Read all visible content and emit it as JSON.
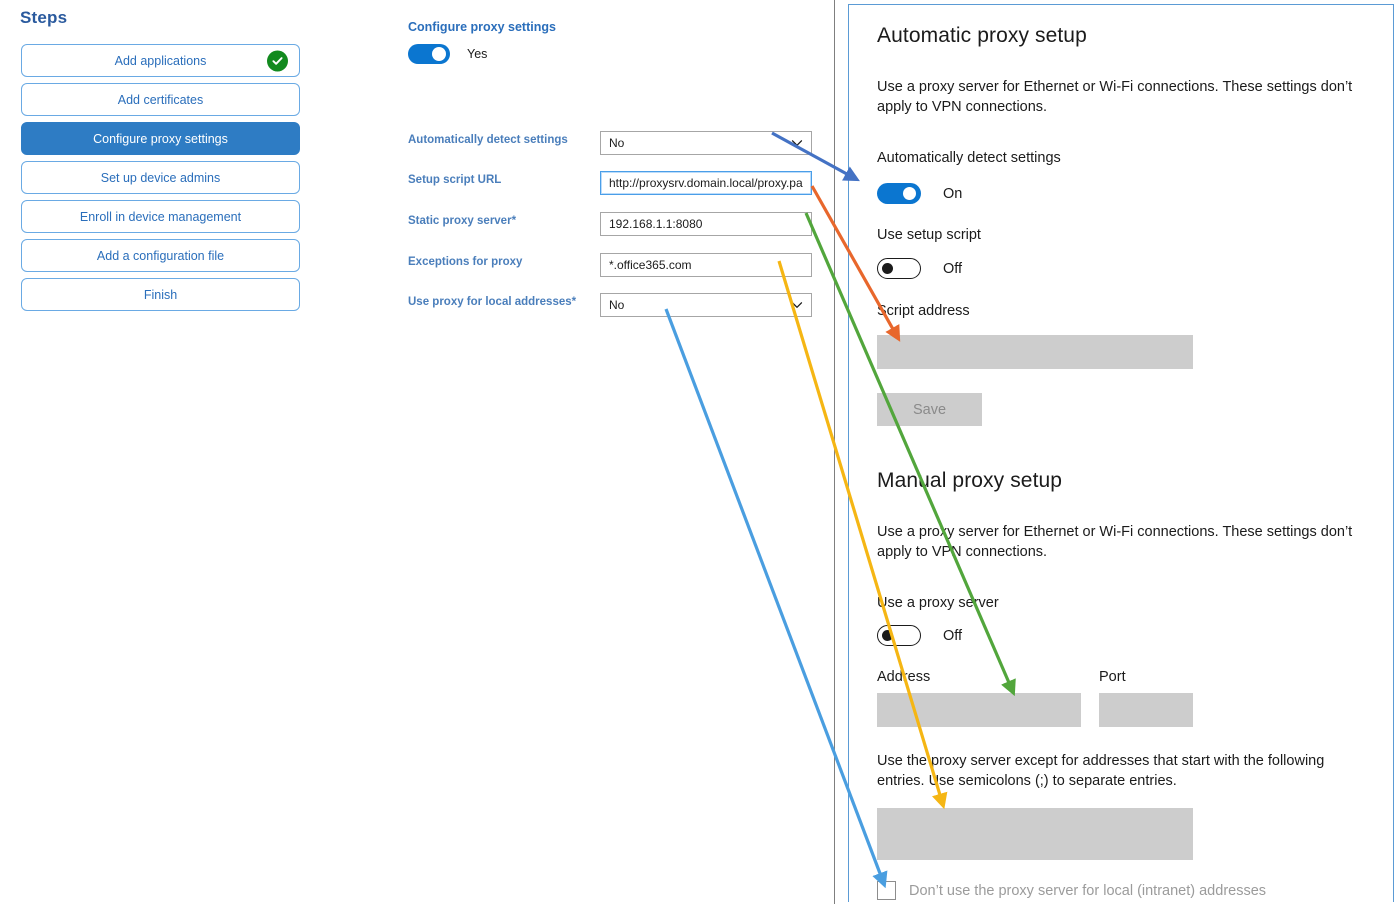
{
  "steps_panel": {
    "title": "Steps",
    "items": [
      {
        "label": "Add applications",
        "state": "complete"
      },
      {
        "label": "Add certificates",
        "state": "default"
      },
      {
        "label": "Configure proxy settings",
        "state": "active"
      },
      {
        "label": "Set up device admins",
        "state": "default"
      },
      {
        "label": "Enroll in device management",
        "state": "default"
      },
      {
        "label": "Add a configuration file",
        "state": "default"
      },
      {
        "label": "Finish",
        "state": "default"
      }
    ]
  },
  "form_panel": {
    "heading": "Configure proxy settings",
    "enable_toggle": {
      "value": "Yes",
      "on": true
    },
    "fields": [
      {
        "label": "Automatically detect settings",
        "required": false,
        "type": "select",
        "value": "No"
      },
      {
        "label": "Setup script URL",
        "required": false,
        "type": "text",
        "value": "http://proxysrv.domain.local/proxy.pa",
        "focused": true
      },
      {
        "label": "Static proxy server",
        "required": true,
        "type": "text",
        "value": "192.168.1.1:8080"
      },
      {
        "label": "Exceptions for proxy",
        "required": false,
        "type": "text",
        "value": "*.office365.com"
      },
      {
        "label": "Use proxy for local addresses",
        "required": true,
        "type": "select",
        "value": "No"
      }
    ],
    "required_marker": "*"
  },
  "windows_settings": {
    "automatic": {
      "heading": "Automatic proxy setup",
      "description": "Use a proxy server for Ethernet or Wi-Fi connections. These settings don’t apply to VPN connections.",
      "auto_detect_label": "Automatically detect settings",
      "auto_detect_state": "On",
      "setup_script_label": "Use setup script",
      "setup_script_state": "Off",
      "script_address_label": "Script address",
      "script_address_value": "",
      "save_label": "Save"
    },
    "manual": {
      "heading": "Manual proxy setup",
      "description": "Use a proxy server for Ethernet or Wi-Fi connections. These settings don’t apply to VPN connections.",
      "use_proxy_label": "Use a proxy server",
      "use_proxy_state": "Off",
      "address_label": "Address",
      "address_value": "",
      "port_label": "Port",
      "port_value": "",
      "exceptions_description": "Use the proxy server except for addresses that start with the following entries. Use semicolons (;) to separate entries.",
      "exceptions_value": "",
      "bypass_local_label": "Don’t use the proxy server for local (intranet) addresses",
      "bypass_local_checked": false
    }
  },
  "annotations": {
    "mappings": [
      {
        "name": "auto-detect-mapping",
        "color": "#4472c4",
        "from_field": "Automatically detect settings",
        "to_target": "Automatically detect settings toggle"
      },
      {
        "name": "setup-script-mapping",
        "color": "#e8672c",
        "from_field": "Setup script URL",
        "to_target": "Script address"
      },
      {
        "name": "static-proxy-mapping",
        "color": "#52a63c",
        "from_field": "Static proxy server",
        "to_target": "Address"
      },
      {
        "name": "exceptions-mapping",
        "color": "#f5b614",
        "from_field": "Exceptions for proxy",
        "to_target": "Exceptions entries box"
      },
      {
        "name": "local-addresses-mapping",
        "color": "#4a9ee0",
        "from_field": "Use proxy for local addresses",
        "to_target": "Don’t use the proxy server for local (intranet) addresses"
      }
    ]
  },
  "colors": {
    "accent_blue": "#2e7cc4",
    "label_blue": "#4a7ebb",
    "toggle_on": "#0b76d0",
    "success_green": "#128a1e",
    "panel_border": "#5b9bd5",
    "gray_field": "#cdcdcd"
  }
}
